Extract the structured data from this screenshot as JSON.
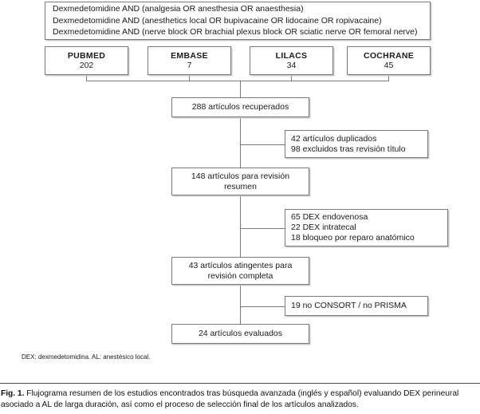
{
  "figure": {
    "number_label": "Fig. 1.",
    "caption": "Flujograma resumen de los estudios encontrados tras búsqueda avanzada (inglés y español) evaluando DEX perineural asociado a AL de larga duración, así como el proceso de selección final de los artículos analizados.",
    "footnote": "DEX: dexmedetomidina. AL: anestésico local."
  },
  "query_box": {
    "lines": [
      "Dexmedetomidine AND (analgesia OR anesthesia OR anaesthesia)",
      "Dexmedetomidine AND (anesthetics local OR bupivacaine OR lidocaine OR ropivacaine)",
      "Dexmedetomidine AND (nerve block OR brachial plexus block OR sciatic nerve OR femoral nerve)"
    ]
  },
  "databases": [
    {
      "name": "PUBMED",
      "count": "202"
    },
    {
      "name": "EMBASE",
      "count": "7"
    },
    {
      "name": "LILACS",
      "count": "34"
    },
    {
      "name": "COCHRANE",
      "count": "45"
    }
  ],
  "flow": {
    "retrieved": {
      "lines": [
        "288 artículos recuperados"
      ]
    },
    "abstract": {
      "lines": [
        "148 artículos para revisión",
        "resumen"
      ]
    },
    "fulltext": {
      "lines": [
        "43 artículos atingentes para",
        "revisión completa"
      ]
    },
    "evaluated": {
      "lines": [
        "24 artículos evaluados"
      ]
    }
  },
  "exclusions": {
    "stage1": {
      "lines": [
        "42 artículos duplicados",
        "98 excluidos tras revisión título"
      ]
    },
    "stage2": {
      "lines": [
        "65 DEX endovenosa",
        "22 DEX intratecal",
        "18 bloqueo por reparo anatómico"
      ]
    },
    "stage3": {
      "lines": [
        "19 no CONSORT / no PRISMA"
      ]
    }
  },
  "colors": {
    "border": "#7a7a7a",
    "shadow": "#c9c9c9",
    "text": "#1a1a1a",
    "background": "#ffffff"
  }
}
